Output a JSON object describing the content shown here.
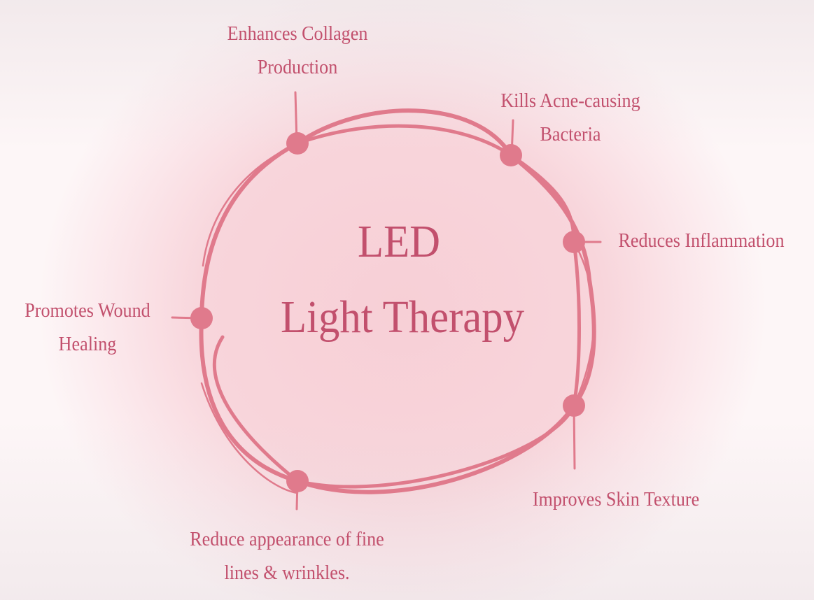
{
  "title": {
    "line1": "LED",
    "line2": "Light Therapy"
  },
  "benefits": [
    {
      "line1": "Enhances Collagen",
      "line2": "Production"
    },
    {
      "line1": "Kills Acne-causing",
      "line2": "Bacteria"
    },
    {
      "line1": "Reduces Inflammation"
    },
    {
      "line1": "Improves Skin Texture"
    },
    {
      "line1": "Reduce appearance of fine",
      "line2": "lines & wrinkles."
    },
    {
      "line1": "Promotes Wound",
      "line2": "Healing"
    }
  ],
  "colors": {
    "line": "#e07a8c",
    "text": "#c2506d"
  }
}
